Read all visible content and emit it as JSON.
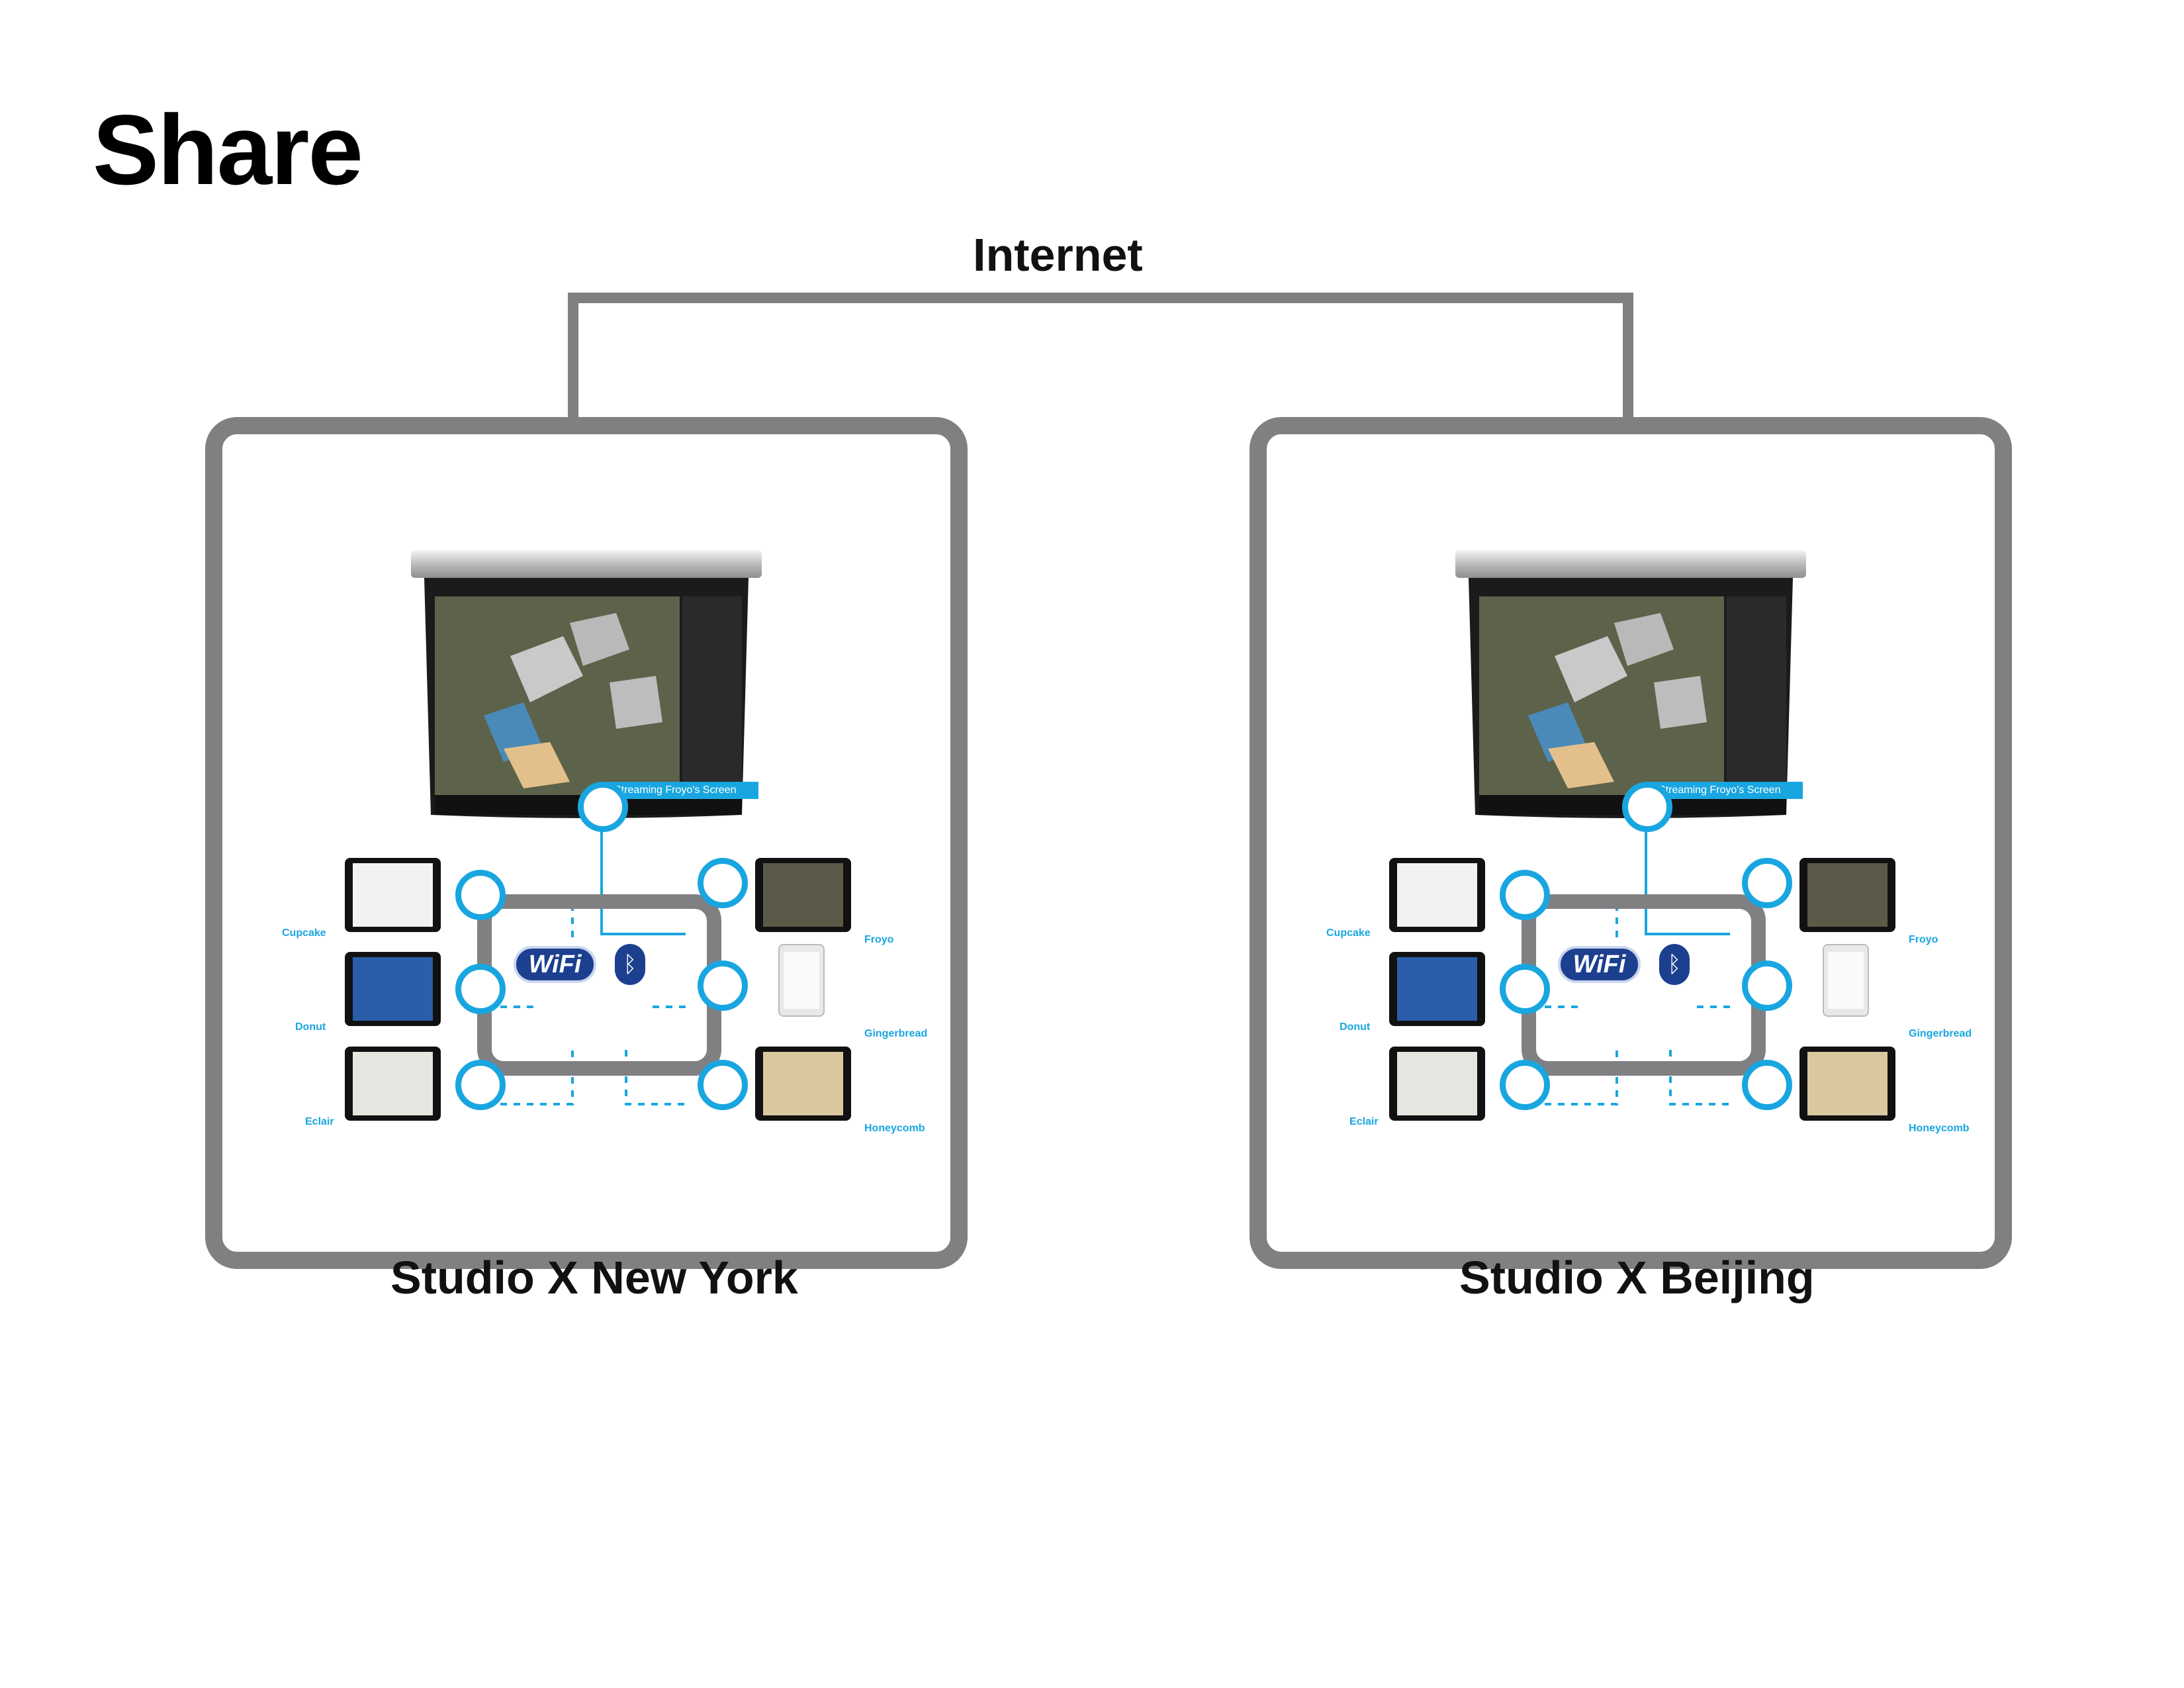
{
  "title": "Share",
  "internet_label": "Internet",
  "stations": [
    {
      "name": "Studio X New York",
      "streaming_label": "Streaming Froyo's Screen",
      "wifi_label": "WiFi",
      "devices_left": [
        "Cupcake",
        "Donut",
        "Eclair"
      ],
      "devices_right": [
        "Froyo",
        "Gingerbread",
        "Honeycomb"
      ]
    },
    {
      "name": "Studio X Beijing",
      "streaming_label": "Streaming Froyo's Screen",
      "wifi_label": "WiFi",
      "devices_left": [
        "Cupcake",
        "Donut",
        "Eclair"
      ],
      "devices_right": [
        "Froyo",
        "Gingerbread",
        "Honeycomb"
      ]
    }
  ],
  "colors": {
    "frame": "#808083",
    "accent": "#19a6e0",
    "wifi": "#1d3f8f"
  },
  "icons": {
    "wifi": "wifi-icon",
    "bluetooth": "bluetooth-icon",
    "projector": "projector-screen-icon",
    "tablet": "tablet-icon"
  }
}
